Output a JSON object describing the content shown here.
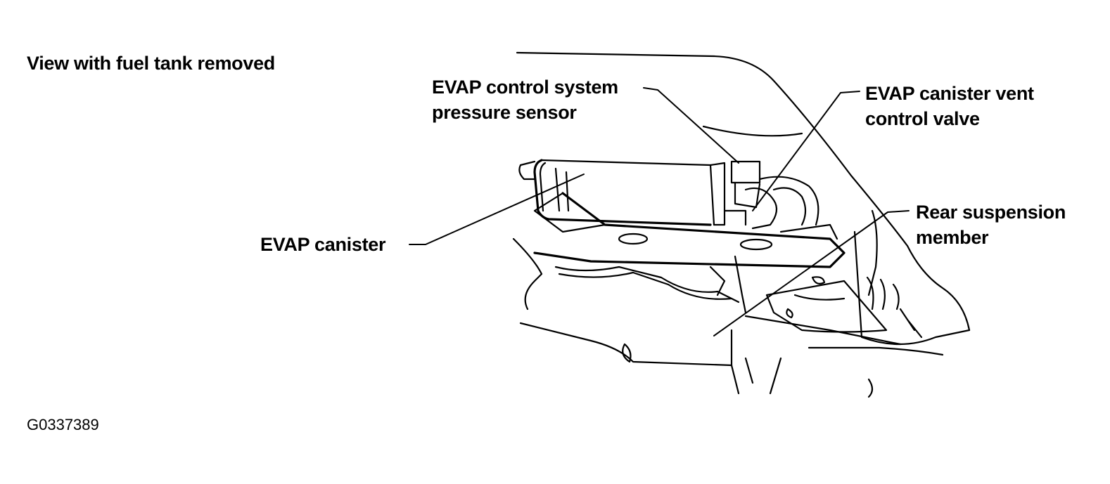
{
  "title": "View with fuel tank removed",
  "callouts": {
    "pressure_sensor": [
      "EVAP control system",
      "pressure sensor"
    ],
    "vent_valve": [
      "EVAP canister vent",
      "control valve"
    ],
    "canister": "EVAP canister",
    "suspension": [
      "Rear suspension",
      "member"
    ]
  },
  "figure_id": "G0337389"
}
